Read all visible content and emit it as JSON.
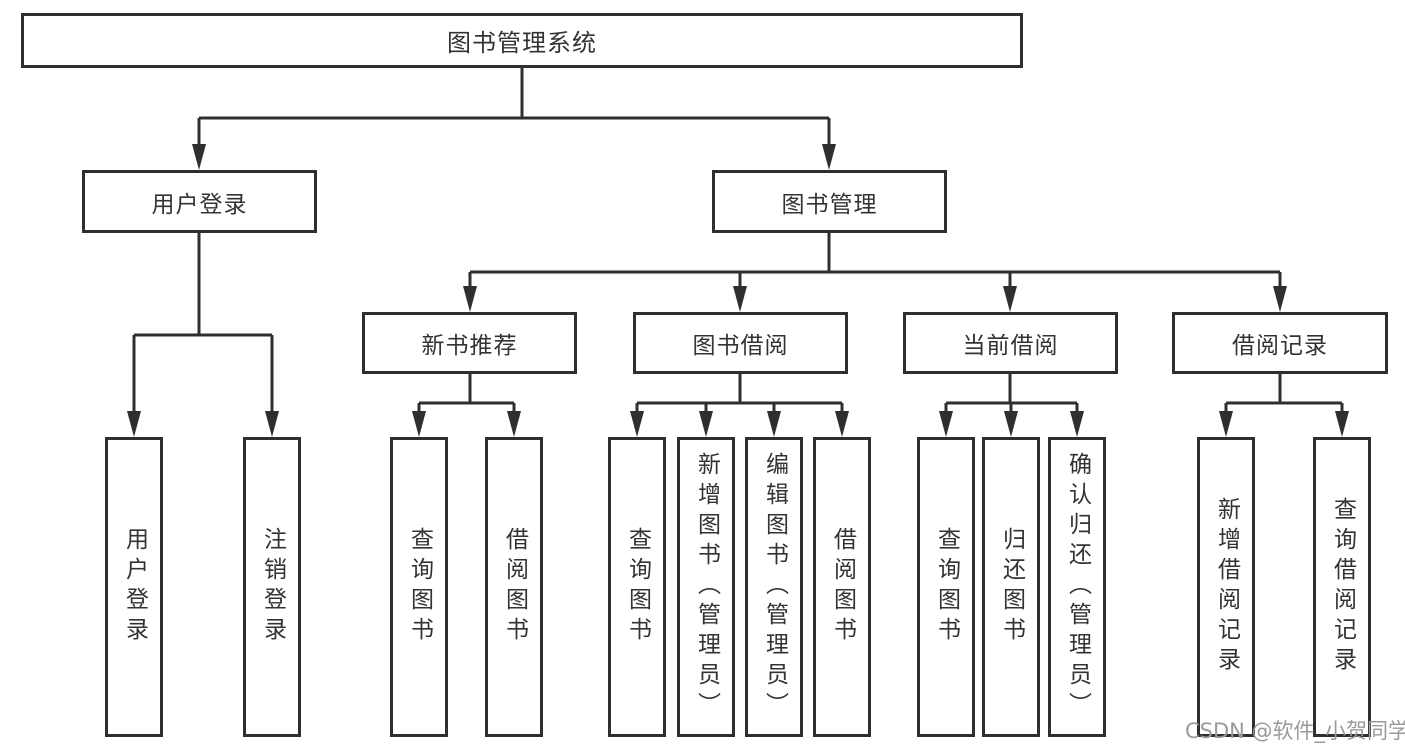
{
  "diagram": {
    "type": "hierarchy",
    "title": "图书管理系统",
    "watermark": "CSDN @软件_小贺同学",
    "colors": {
      "line": "#2f2f2f",
      "text": "#333333",
      "background": "#ffffff",
      "watermark": "#9a9a9a"
    }
  },
  "branches": [
    {
      "label": "用户登录",
      "children": [
        {
          "label": "用户登录"
        },
        {
          "label": "注销登录"
        }
      ]
    },
    {
      "label": "图书管理",
      "children": [
        {
          "label": "新书推荐",
          "children": [
            {
              "label": "查询图书"
            },
            {
              "label": "借阅图书"
            }
          ]
        },
        {
          "label": "图书借阅",
          "children": [
            {
              "label": "查询图书"
            },
            {
              "label": "新增图书（管理员）"
            },
            {
              "label": "编辑图书（管理员）"
            },
            {
              "label": "借阅图书"
            }
          ]
        },
        {
          "label": "当前借阅",
          "children": [
            {
              "label": "查询图书"
            },
            {
              "label": "归还图书"
            },
            {
              "label": "确认归还（管理员）"
            }
          ]
        },
        {
          "label": "借阅记录",
          "children": [
            {
              "label": "新增借阅记录"
            },
            {
              "label": "查询借阅记录"
            }
          ]
        }
      ]
    }
  ]
}
